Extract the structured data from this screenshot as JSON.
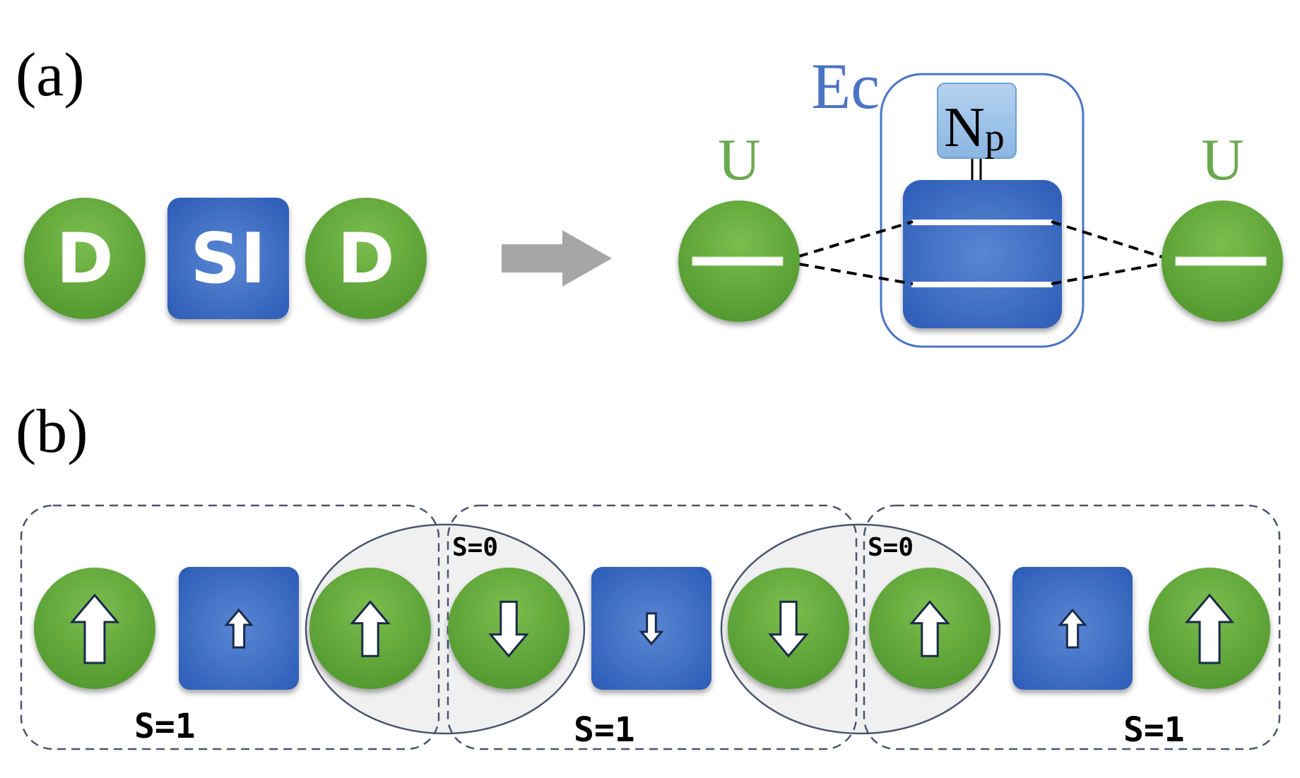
{
  "panel_a": {
    "label": "(a)",
    "dot_left": "D",
    "center_block": "SI",
    "dot_right": "D",
    "u_left": "U",
    "u_right": "U",
    "ec_label": "Ec",
    "np_base": "N",
    "np_sub": "p"
  },
  "panel_b": {
    "label": "(b)",
    "singlet_labels": [
      "S=0",
      "S=0"
    ],
    "triplet_labels": [
      "S=1",
      "S=1",
      "S=1"
    ],
    "spins": [
      "up",
      "up",
      "up",
      "down",
      "down",
      "down",
      "up",
      "up",
      "up"
    ]
  },
  "colors": {
    "green": "#6aac3f",
    "green_dark": "#4f8f2c",
    "blue": "#3f6fc6",
    "blue_dark": "#2f59ad",
    "label_green": "#6aa84f",
    "label_blue": "#4a74c4",
    "gray_arrow": "#a6a6a6",
    "np_box": "#9dc3e6"
  }
}
